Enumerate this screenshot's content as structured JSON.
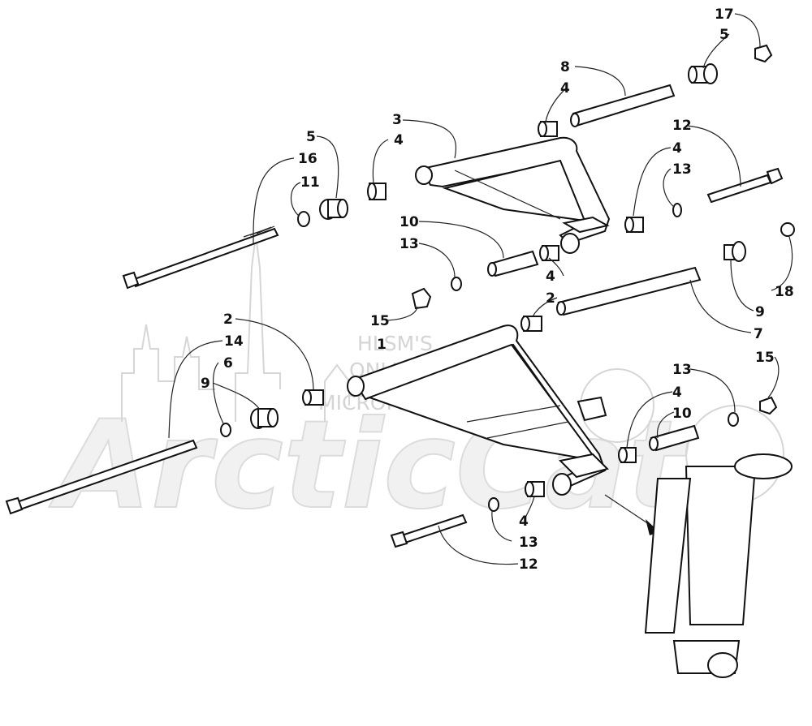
{
  "watermark": {
    "brand": "ArcticCat",
    "line1": "HLSM'S",
    "line2": "ONLINE",
    "line3": "MICROFICHE"
  },
  "callouts": [
    {
      "id": "c1",
      "label": "17"
    },
    {
      "id": "c2",
      "label": "5"
    },
    {
      "id": "c3",
      "label": "8"
    },
    {
      "id": "c4",
      "label": "4"
    },
    {
      "id": "c5",
      "label": "3"
    },
    {
      "id": "c6",
      "label": "4"
    },
    {
      "id": "c7",
      "label": "5"
    },
    {
      "id": "c8",
      "label": "16"
    },
    {
      "id": "c9",
      "label": "11"
    },
    {
      "id": "c10",
      "label": "12"
    },
    {
      "id": "c11",
      "label": "4"
    },
    {
      "id": "c12",
      "label": "13"
    },
    {
      "id": "c13",
      "label": "10"
    },
    {
      "id": "c14",
      "label": "13"
    },
    {
      "id": "c15",
      "label": "4"
    },
    {
      "id": "c16",
      "label": "15"
    },
    {
      "id": "c17",
      "label": "18"
    },
    {
      "id": "c18",
      "label": "9"
    },
    {
      "id": "c19",
      "label": "2"
    },
    {
      "id": "c20",
      "label": "1"
    },
    {
      "id": "c21",
      "label": "7"
    },
    {
      "id": "c22",
      "label": "2"
    },
    {
      "id": "c23",
      "label": "14"
    },
    {
      "id": "c24",
      "label": "6"
    },
    {
      "id": "c25",
      "label": "9"
    },
    {
      "id": "c26",
      "label": "13"
    },
    {
      "id": "c27",
      "label": "15"
    },
    {
      "id": "c28",
      "label": "4"
    },
    {
      "id": "c29",
      "label": "10"
    },
    {
      "id": "c30",
      "label": "4"
    },
    {
      "id": "c31",
      "label": "13"
    },
    {
      "id": "c32",
      "label": "12"
    }
  ]
}
